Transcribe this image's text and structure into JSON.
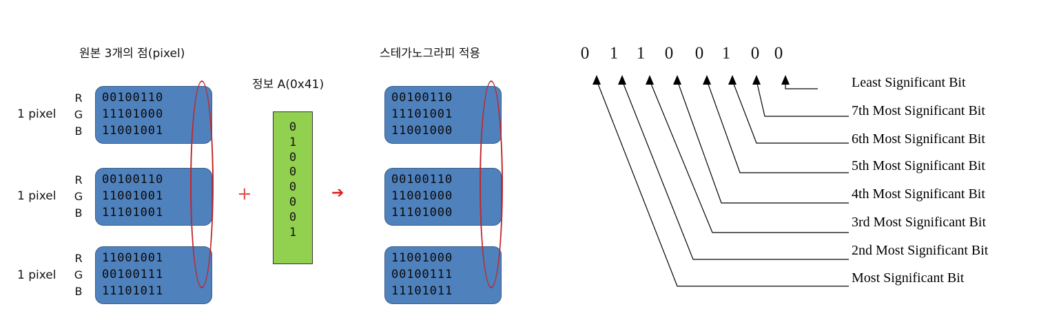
{
  "left_panel": {
    "title_original": "원본 3개의 점(pixel)",
    "title_info": "정보 A(0x41)",
    "title_applied": "스테가노그라피 적용",
    "pixel_label": "1 pixel",
    "channels": [
      "R",
      "G",
      "B"
    ],
    "original_pixels": [
      [
        "00100110",
        "11101000",
        "11001001"
      ],
      [
        "00100110",
        "11001001",
        "11101001"
      ],
      [
        "11001001",
        "00100111",
        "11101011"
      ]
    ],
    "info_bits": [
      "0",
      "1",
      "0",
      "0",
      "0",
      "0",
      "0",
      "1"
    ],
    "applied_pixels": [
      [
        "00100110",
        "11101001",
        "11001000"
      ],
      [
        "00100110",
        "11001000",
        "11101000"
      ],
      [
        "11001000",
        "00100111",
        "11101011"
      ]
    ],
    "plus_symbol": "+",
    "arrow_symbol": "➔"
  },
  "right_panel": {
    "binary_digits": [
      "0",
      "1",
      "1",
      "0",
      "0",
      "1",
      "0",
      "0"
    ],
    "labels": [
      "Least Significant Bit",
      "7th Most Significant Bit",
      "6th Most Significant Bit",
      "5th Most Significant Bit",
      "4th Most Significant Bit",
      "3rd Most Significant Bit",
      "2nd Most Significant Bit",
      "Most Significant Bit"
    ]
  },
  "colors": {
    "pixel_block": "#4f81bd",
    "info_block": "#92d050",
    "oval": "#c0272d",
    "plus": "#e05050",
    "arrow": "#e02020"
  }
}
